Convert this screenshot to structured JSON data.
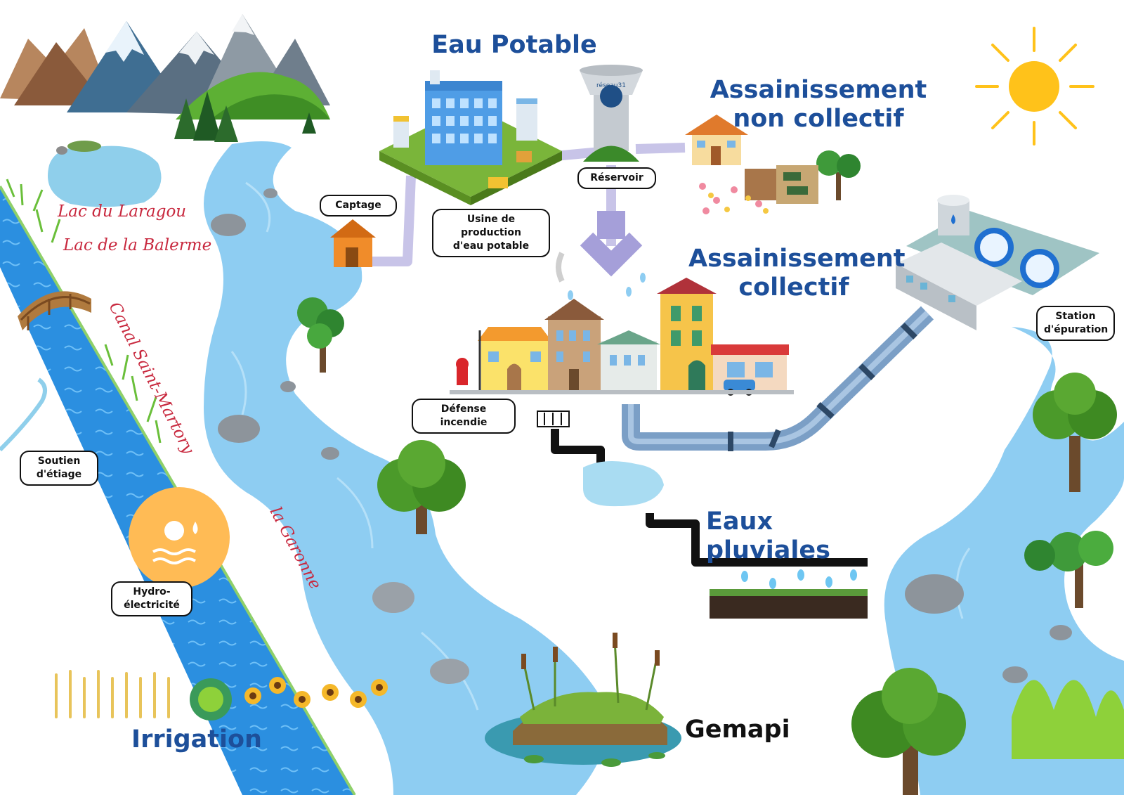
{
  "headings": {
    "eau_potable": "Eau Potable",
    "assainissement_non_collectif": "Assainissement\nnon collectif",
    "assainissement_collectif": "Assainissement\ncollectif",
    "eaux_pluviales": "Eaux pluviales",
    "irrigation": "Irrigation",
    "gemapi": "Gemapi"
  },
  "labels": {
    "captage": "Captage",
    "usine": "Usine de production\nd'eau potable",
    "reservoir": "Réservoir",
    "station": "Station\nd'épuration",
    "defense_incendie": "Défense incendie",
    "soutien_etiage": "Soutien\nd'étiage",
    "hydro": "Hydro-\nélectricité"
  },
  "place_names": {
    "lac_laragou": "Lac du Laragou",
    "lac_balerme": "Lac de la  Balerme",
    "canal": "Canal Saint-Martory",
    "garonne": "la Garonne"
  },
  "tower_logo": "réseau31",
  "colors": {
    "heading": "#1d4f9a",
    "place_name": "#c8283e",
    "river": "#8ecdf2",
    "canal": "#2b8fe0",
    "sun": "#ffc21a",
    "hydro_circle": "#ffbb55"
  }
}
